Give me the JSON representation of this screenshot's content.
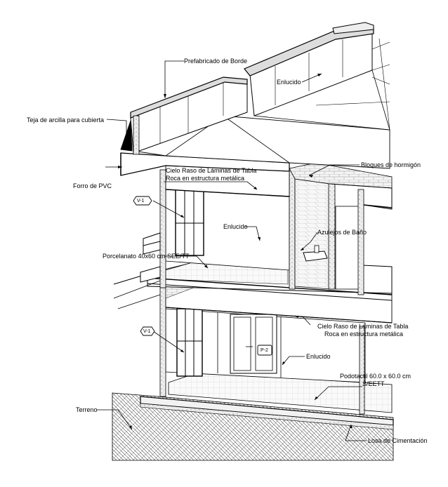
{
  "labels": {
    "prefabricado": "Prefabricado de Borde",
    "enlucido_top": "Enlucido",
    "teja": "Teja de arcilla para cubierta",
    "bloques": "Bloques de hormigón",
    "cielo_raso_1a": "Cielo Raso de Láminas de Tabla",
    "cielo_raso_1b": "Roca en estructura metálica",
    "forro": "Forro de PVC",
    "enlucido_mid": "Enlucido",
    "azulejos": "Azulejos de Baño",
    "porcelanato": "Porcelanato 40x60 cm SEE/TT",
    "cielo_raso_2a": "Cielo Raso de Láminas de Tabla",
    "cielo_raso_2b": "Roca en estructura metálica",
    "enlucido_low": "Enlucido",
    "podotactil_a": "Podotactil 60.0 x 60.0 cm",
    "podotactil_b": "S/EETT",
    "terreno": "Terreno",
    "losa": "Losa de Cimentación"
  },
  "tags": {
    "v1_upper": "V-1",
    "v1_lower": "V-1",
    "p2": "P-2"
  }
}
